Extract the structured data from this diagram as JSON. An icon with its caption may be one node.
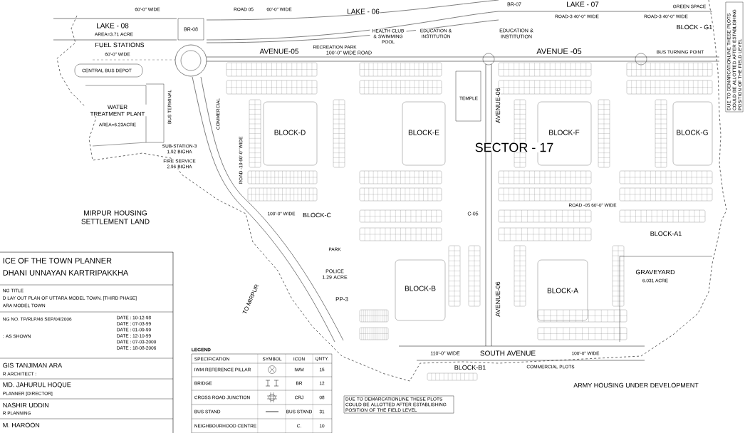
{
  "diagram": {
    "labels": [
      "60'-0\" WIDE",
      "ROAD 05",
      "60'-0\" WIDE",
      "LAKE - 06",
      "BR-07",
      "LAKE - 07",
      "GREEN SPACE",
      "LAKE - 08",
      "AREA=3.71 ACRE",
      "BR-08",
      "ROAD-3 40'-0\" WIDE",
      "ROAD-3 40'-0\" WIDE",
      "BLOCK - G1",
      "HEALTH CLUB & SWIMMING POOL",
      "EDUCATION & INSTITUTION",
      "EDUCATION & INSTITUTION",
      "FUEL STATIONS",
      "RECREATION PARK",
      "BUS TURNING POINT",
      "AVENUE-05",
      "100'-0\" WIDE ROAD",
      "AVENUE -05",
      "60'-0\" WIDE",
      "CENTRAL BUS DEPOT",
      "WATER TREATMENT PLANT",
      "AREA=6.23ACRE",
      "BUS TERMINAL",
      "COMMERCIAL",
      "TEMPLE",
      "AVENUE-06",
      "BLOCK-D",
      "BLOCK-E",
      "BLOCK-F",
      "BLOCK-G",
      "SUB-STATION-3 1.92 BIGHA",
      "SECTOR - 17",
      "FIRE SERVICE 2.96 BIGHA",
      "ROAD -10 60'-0\" WIDE",
      "100'-0\" WIDE",
      "MIRPUR HOUSING SETTLEMENT LAND",
      "BLOCK-C",
      "C-05",
      "ROAD -05 60'-0\" WIDE",
      "BLOCK-A1",
      "PARK",
      "POLICE 1.29 ACRE",
      "TO MIRPUR",
      "PP-3",
      "BLOCK-B",
      "AVENUE-06",
      "BLOCK-A",
      "GRAVEYARD",
      "6.031 ACRE",
      "110'-0\" WIDE",
      "SOUTH AVENUE",
      "100'-0\" WIDE",
      "BLOCK-B1",
      "COMMERCIAL PLOTS",
      "DUE TO DEMARCATIONLINE THESE PLOTS COULD BE ALLOTTED AFTER ESTABLISHING POSITION OF THE FIELD LEVEL",
      "ARMY HOUSING UNDER DEVELOPMENT",
      "DUE TO DEMARCATIONLINE THESE PLOTS COULD BE ALLOTTED AFTER ESTABLISHING POSITION OF THE FIELD LEVEL",
      "LEGEND",
      "ICE  OF THE TOWN PLANNER",
      "DHANI UNNAYAN KARTRIPAKKHA",
      "NG TITLE",
      "D LAY OUT PLAN OF UTTARA MODEL TOWN. [THIRD PHASE]",
      "ARA MODEL TOWN",
      "NG NO. TP/RLP/46 SEP/04/2006",
      ": AS SHOWN",
      "DATE : 10-12-98",
      "DATE : 07-03-99",
      "DATE : 01-09-99",
      "DATE : 12-10-99",
      "DATE : 07-03-2000",
      "DATE : 18-08-2006",
      "GIS TANJIMAN ARA",
      "R ARCHITECT :",
      "MD. JAHURUL HOQUE",
      "PLANNER [DIRECTOR]",
      "NASHIR UDDIN",
      "R PLANNING",
      "M. HAROON",
      "SPECIFICATION",
      "SYMBOL",
      "ICON",
      "QNTY.",
      "IWM REFERENCE PILLAR",
      "IWM",
      "15",
      "BRIDGE",
      "BR",
      "12",
      "CROSS ROAD JUNCTION",
      "CRJ",
      "08",
      "BUS STAND",
      "BUS STAND",
      "31",
      "NEIGHBOURHOOD CENTRE",
      "C.",
      "10"
    ]
  }
}
